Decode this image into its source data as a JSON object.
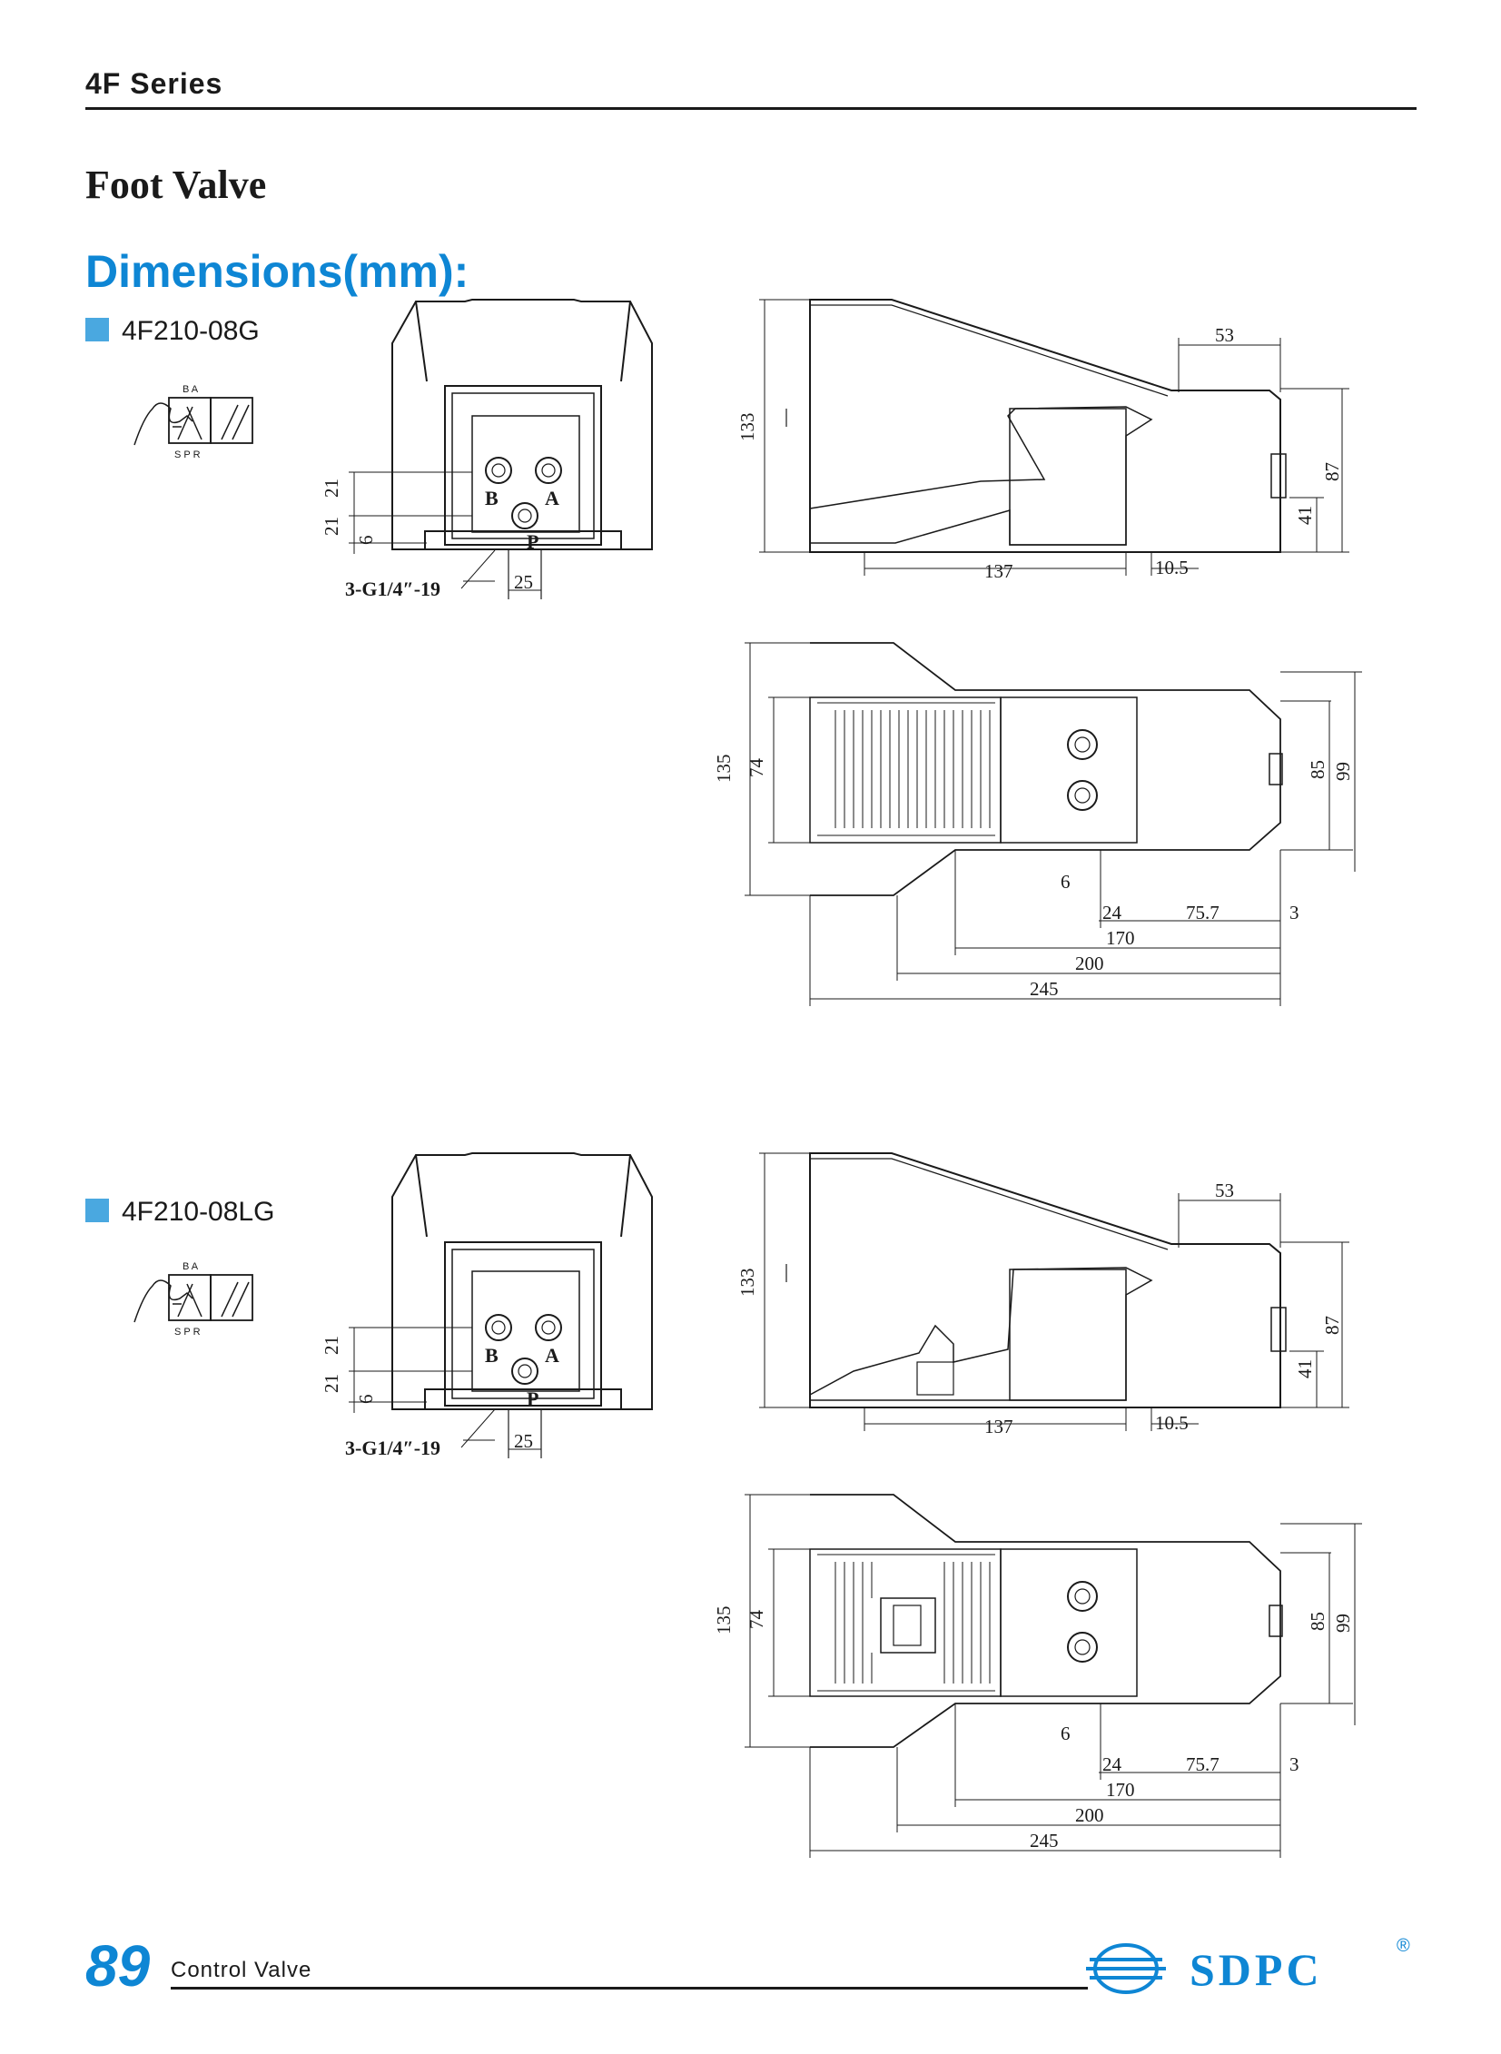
{
  "header": {
    "series": "4F Series",
    "title": "Foot Valve",
    "dimensions_heading": "Dimensions(mm):"
  },
  "models": [
    {
      "name": "4F210-08G",
      "symbol_ports_top": "B A",
      "symbol_ports_bottom": "S P R",
      "front_dims": {
        "d21a": "21",
        "d21b": "21",
        "d6": "6",
        "port_label": "3-G1/4″-19",
        "d25": "25",
        "B": "B",
        "A": "A",
        "P": "P"
      },
      "side_dims": {
        "d133": "133",
        "d53": "53",
        "d87": "87",
        "d41": "41",
        "d137": "137",
        "d10_5": "10.5"
      },
      "top_dims": {
        "d135": "135",
        "d74": "74",
        "d85": "85",
        "d99": "99",
        "d6": "6",
        "d24": "24",
        "d75_7": "75.7",
        "d3": "3",
        "d170": "170",
        "d200": "200",
        "d245": "245"
      }
    },
    {
      "name": "4F210-08LG",
      "symbol_ports_top": "B A",
      "symbol_ports_bottom": "S P R",
      "front_dims": {
        "d21a": "21",
        "d21b": "21",
        "d6": "6",
        "port_label": "3-G1/4″-19",
        "d25": "25",
        "B": "B",
        "A": "A",
        "P": "P"
      },
      "side_dims": {
        "d133": "133",
        "d53": "53",
        "d87": "87",
        "d41": "41",
        "d137": "137",
        "d10_5": "10.5"
      },
      "top_dims": {
        "d135": "135",
        "d74": "74",
        "d85": "85",
        "d99": "99",
        "d6": "6",
        "d24": "24",
        "d75_7": "75.7",
        "d3": "3",
        "d170": "170",
        "d200": "200",
        "d245": "245"
      }
    }
  ],
  "footer": {
    "page_number": "89",
    "section": "Control Valve",
    "brand": "SDPC",
    "registered": "®"
  },
  "colors": {
    "accent": "#0e86d4",
    "bullet": "#4aa8e0",
    "ink": "#1a1a1a"
  }
}
